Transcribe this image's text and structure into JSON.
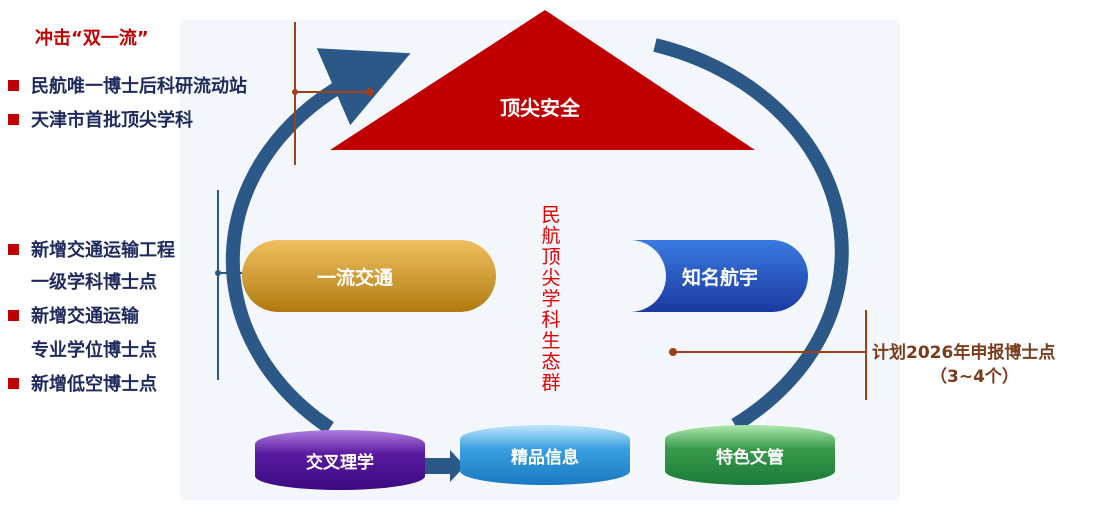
{
  "top_left": {
    "title": "冲击“双一流”",
    "items": [
      "民航唯一博士后科研流动站",
      "天津市首批顶尖学科"
    ]
  },
  "mid_left": {
    "items": [
      [
        "新增交通运输工程",
        "一级学科博士点"
      ],
      [
        "新增交通运输",
        "专业学位博士点"
      ],
      [
        "新增低空博士点"
      ]
    ]
  },
  "right_note": {
    "line1": "计划2026年申报博士点",
    "line2": "（3~4个）"
  },
  "triangle": {
    "label": "顶尖安全",
    "color": "#c00000"
  },
  "pills": {
    "left": "一流交通",
    "right": "知名航宇"
  },
  "vertical_label": "民航顶尖学科生态群",
  "cylinders": [
    {
      "label": "交叉理学",
      "color": "#6a2bb0"
    },
    {
      "label": "精品信息",
      "color": "#3aa0e0"
    },
    {
      "label": "特色文管",
      "color": "#3a9a4a"
    }
  ],
  "colors": {
    "arc": "#2b5886",
    "accent": "#c00000",
    "connector": "#a0401a"
  }
}
